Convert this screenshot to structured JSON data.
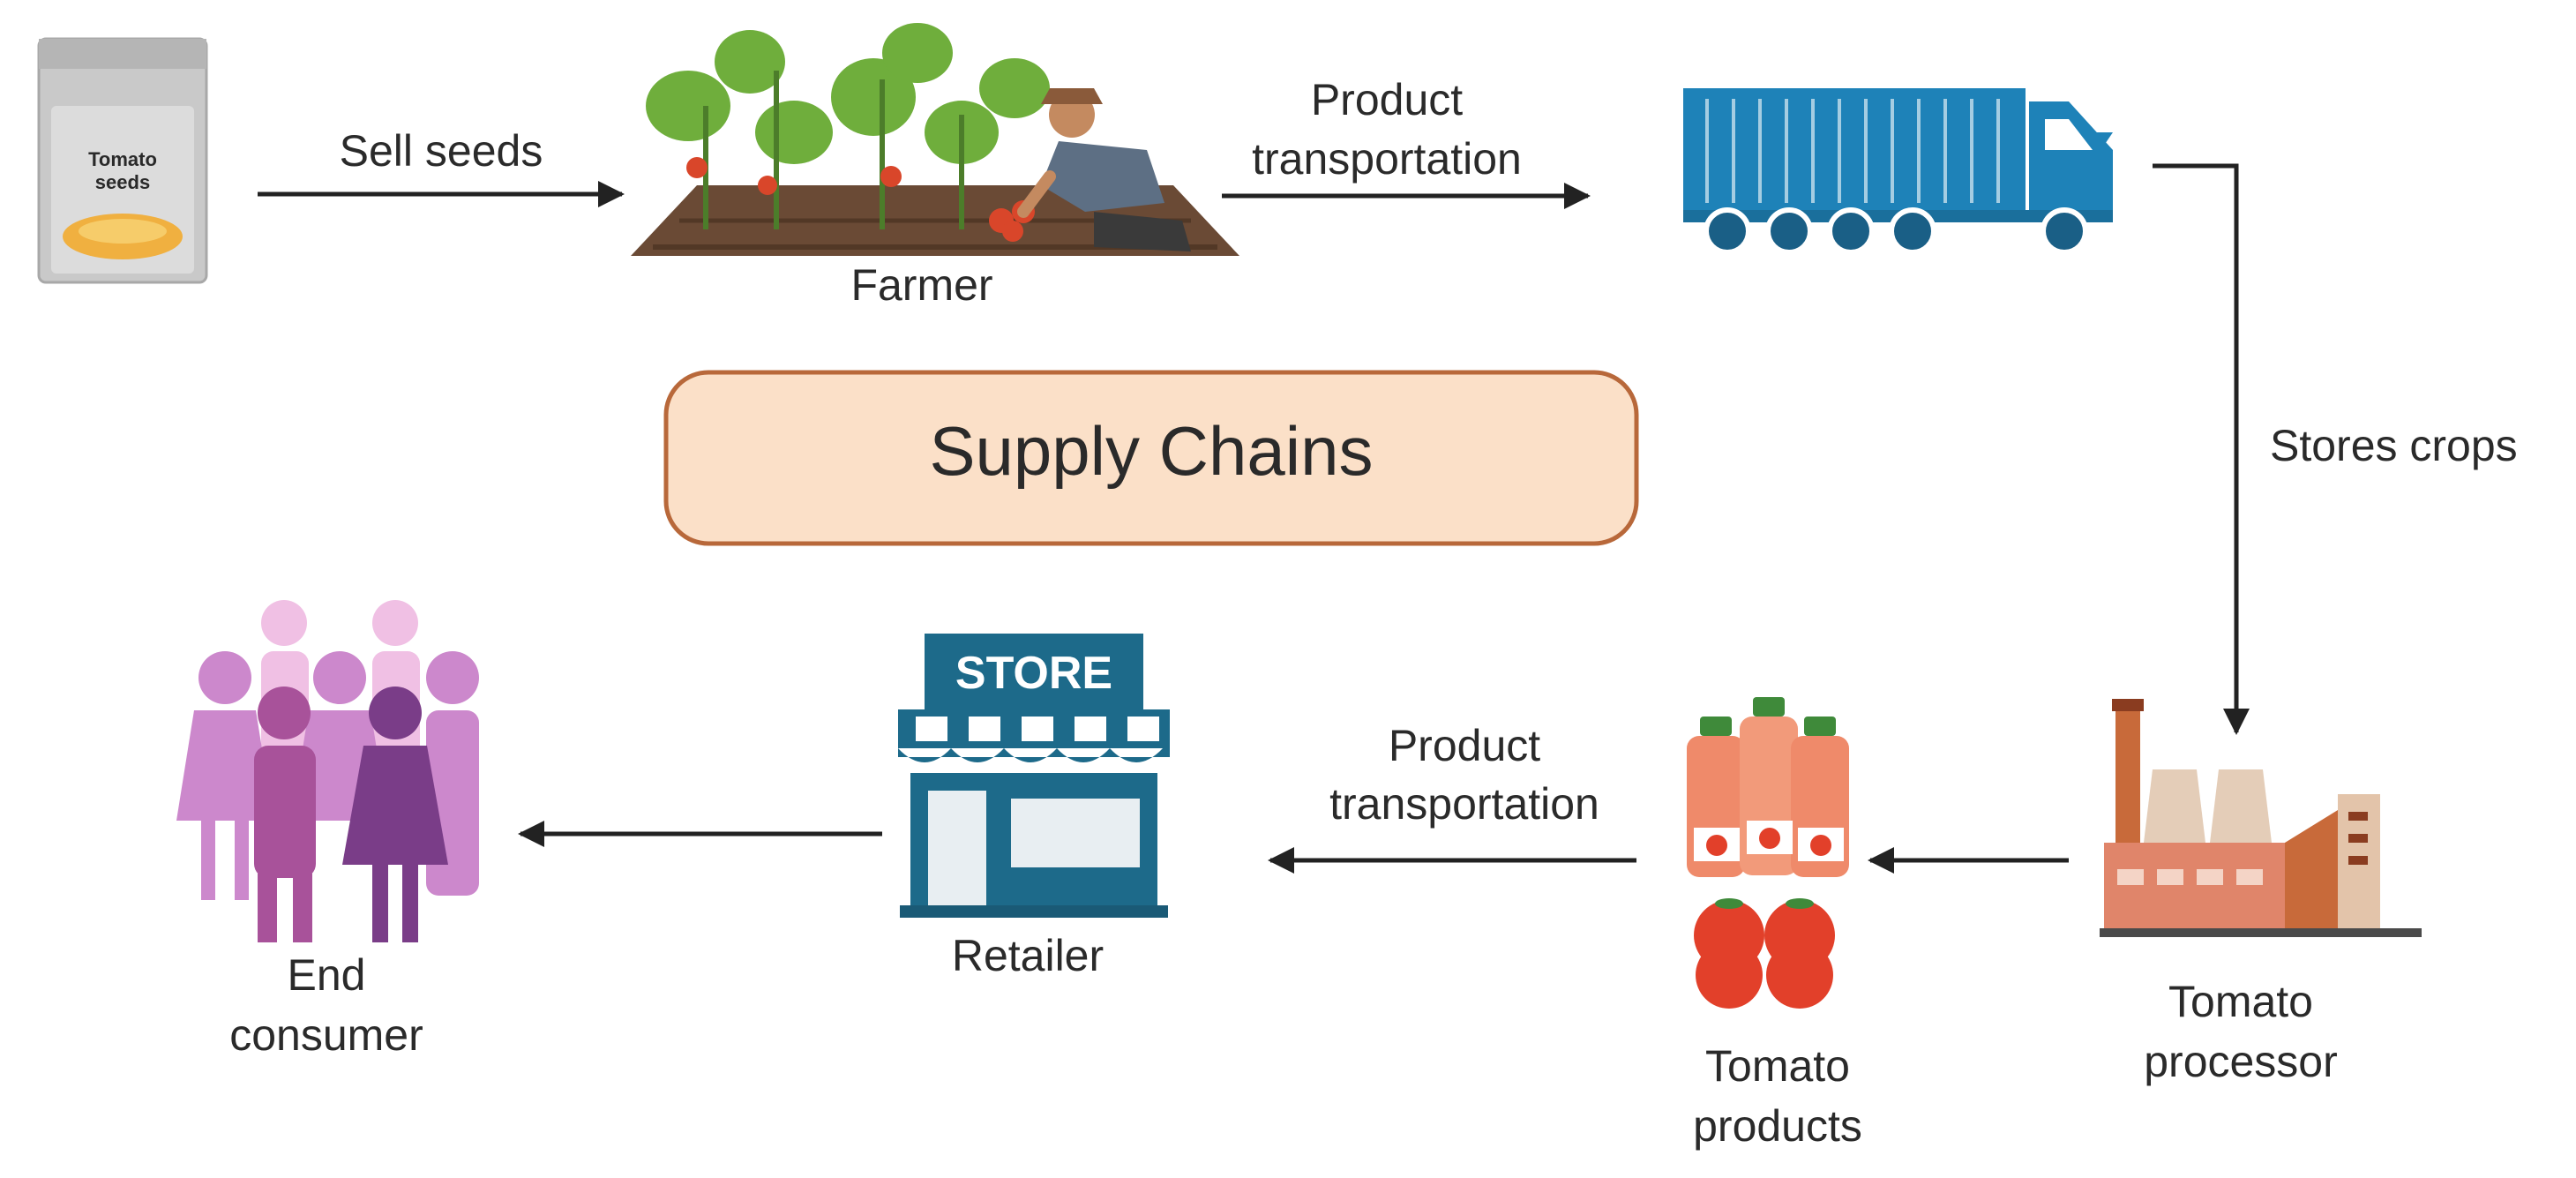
{
  "title": "Supply Chains",
  "seed_packet": {
    "text_line1": "Tomato",
    "text_line2": "seeds"
  },
  "store_sign": "STORE",
  "nodes": {
    "farmer": "Farmer",
    "retailer": "Retailer",
    "consumer_line1": "End",
    "consumer_line2": "consumer",
    "products_line1": "Tomato",
    "products_line2": "products",
    "processor_line1": "Tomato",
    "processor_line2": "processor"
  },
  "edges": {
    "sell_seeds": "Sell seeds",
    "transport_top_line1": "Product",
    "transport_top_line2": "transportation",
    "stores_crops": "Stores crops",
    "transport_bottom_line1": "Product",
    "transport_bottom_line2": "transportation"
  },
  "colors": {
    "title_box_fill": "#fbe0c8",
    "title_box_stroke": "#b8683a",
    "truck": "#1e82b8",
    "store": "#1d6a8a",
    "consumer_light": "#e8a8d8",
    "consumer_dark": "#7a3d88",
    "factory": "#c86a3a",
    "tomato": "#e2402a",
    "arrow": "#222222"
  }
}
